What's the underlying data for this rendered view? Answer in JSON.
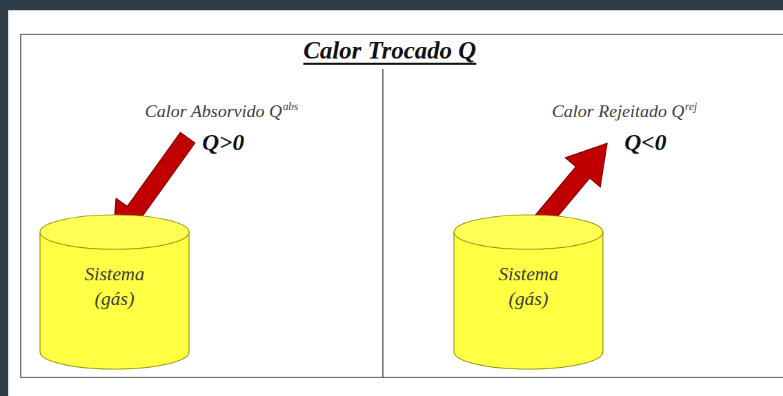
{
  "diagram": {
    "title": "Calor Trocado Q",
    "nodes": [
      {
        "text": [
          "Sistema (gás)"
        ]
      },
      {
        "text": [
          "Sistema (gás)"
        ]
      }
    ],
    "labels": [
      "Calor Absorvido Q",
      "abs",
      "Q>0",
      "Calor Rejeitado Q",
      "rej",
      "Q<0"
    ]
  }
}
